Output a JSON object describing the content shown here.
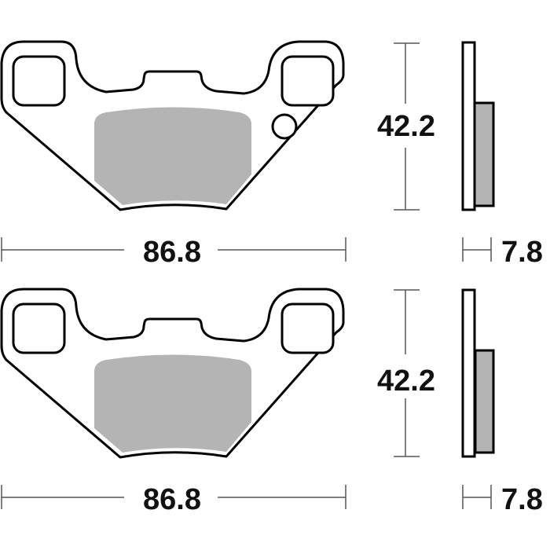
{
  "colors": {
    "outline": "#000000",
    "friction_material": "#b4b4b4",
    "dimension_line": "#555555",
    "background": "#ffffff"
  },
  "pads": [
    {
      "id": "top",
      "has_indicator_hole": true,
      "dimensions": {
        "width": "86.8",
        "height": "42.2",
        "thickness": "7.8"
      }
    },
    {
      "id": "bottom",
      "has_indicator_hole": false,
      "dimensions": {
        "width": "86.8",
        "height": "42.2",
        "thickness": "7.8"
      }
    }
  ]
}
